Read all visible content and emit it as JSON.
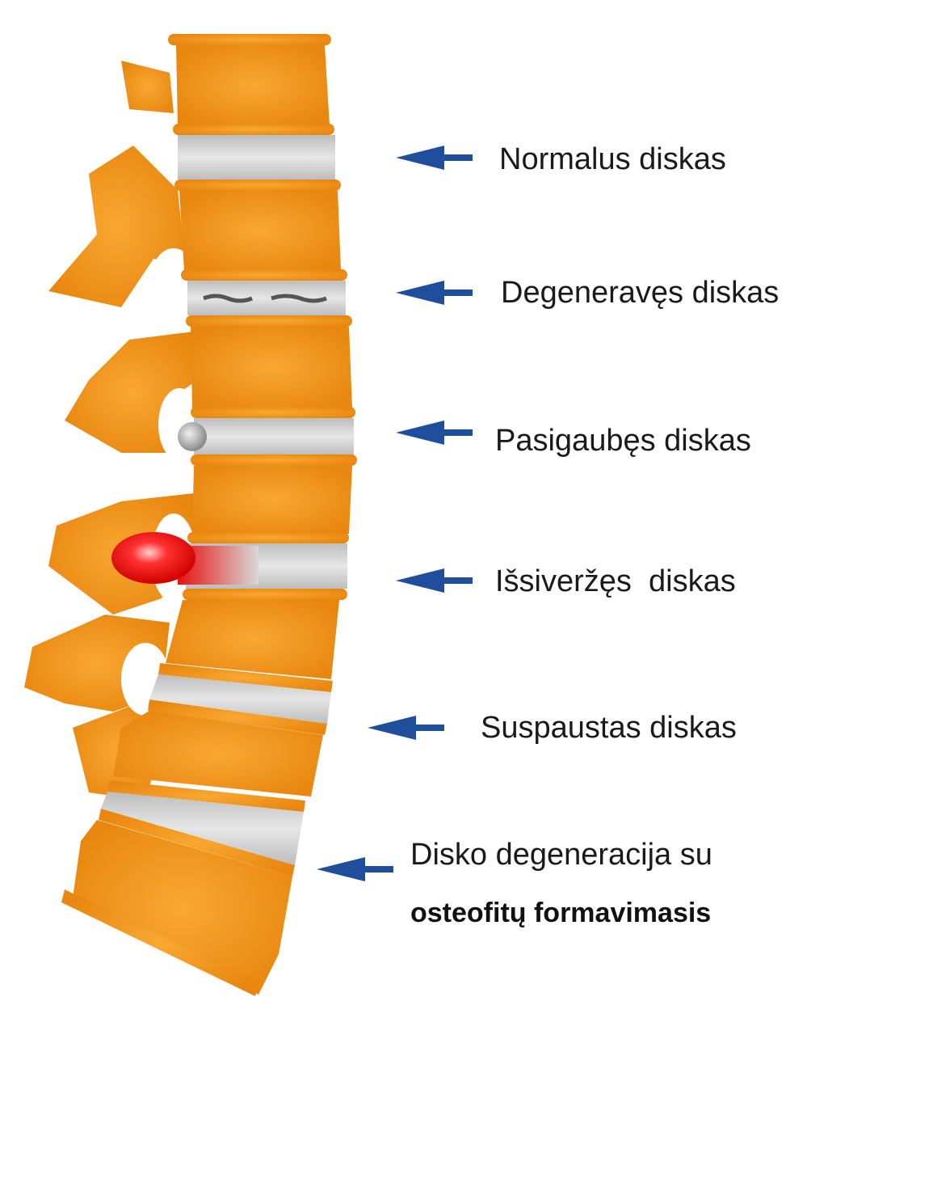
{
  "title": "Spinal disc conditions",
  "colors": {
    "bone": "#f39a1f",
    "bone_dark": "#e07f10",
    "disc": "#cfcfcf",
    "herniation": "#e81010",
    "arrow": "#1f4e9c"
  },
  "labels": [
    {
      "text": "Normalus diskas"
    },
    {
      "text": "Degeneravęs diskas"
    },
    {
      "text": "Pasigaubęs diskas"
    },
    {
      "text": "Išsiveržęs  diskas"
    },
    {
      "text": "Suspaustas diskas"
    },
    {
      "text": "Disko degeneracija su",
      "text2": "osteofitų formavimasis"
    }
  ]
}
